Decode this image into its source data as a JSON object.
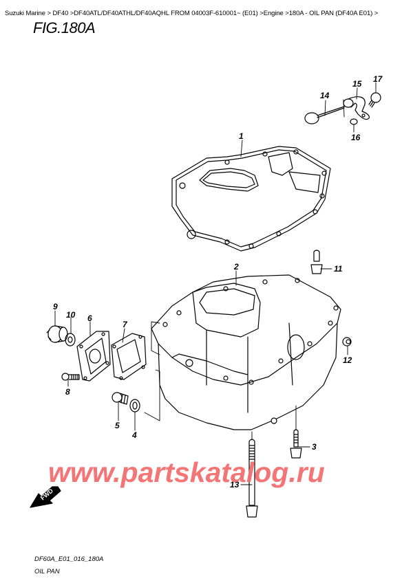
{
  "breadcrumb": {
    "items": [
      {
        "label": "Suzuki Marine"
      },
      {
        "label": "DF40"
      },
      {
        "label": "DF40ATL/DF40ATHL/DF40AQHL FROM 04003F-610001~ (E01)"
      },
      {
        "label": "Engine"
      },
      {
        "label": "180A - OIL PAN (DF40A E01)"
      }
    ],
    "separator": ">"
  },
  "figure": {
    "title": "FIG.180A",
    "code": "DF60A_E01_016_180A",
    "name": "OIL PAN",
    "direction_marker": "FWD"
  },
  "callouts": [
    {
      "number": "1",
      "part": "gasket"
    },
    {
      "number": "2",
      "part": "oil-pan"
    },
    {
      "number": "3",
      "part": "bolt"
    },
    {
      "number": "4",
      "part": "gasket-washer"
    },
    {
      "number": "5",
      "part": "drain-plug"
    },
    {
      "number": "6",
      "part": "cover"
    },
    {
      "number": "7",
      "part": "cover-gasket"
    },
    {
      "number": "8",
      "part": "bolt"
    },
    {
      "number": "9",
      "part": "plug"
    },
    {
      "number": "10",
      "part": "o-ring"
    },
    {
      "number": "11",
      "part": "fitting"
    },
    {
      "number": "12",
      "part": "plug"
    },
    {
      "number": "13",
      "part": "long-bolt"
    },
    {
      "number": "14",
      "part": "dipstick"
    },
    {
      "number": "15",
      "part": "dipstick-guide"
    },
    {
      "number": "16",
      "part": "washer"
    },
    {
      "number": "17",
      "part": "bolt"
    }
  ],
  "watermark": {
    "text": "www.partskatalog.ru",
    "color": "#f46e6e"
  }
}
